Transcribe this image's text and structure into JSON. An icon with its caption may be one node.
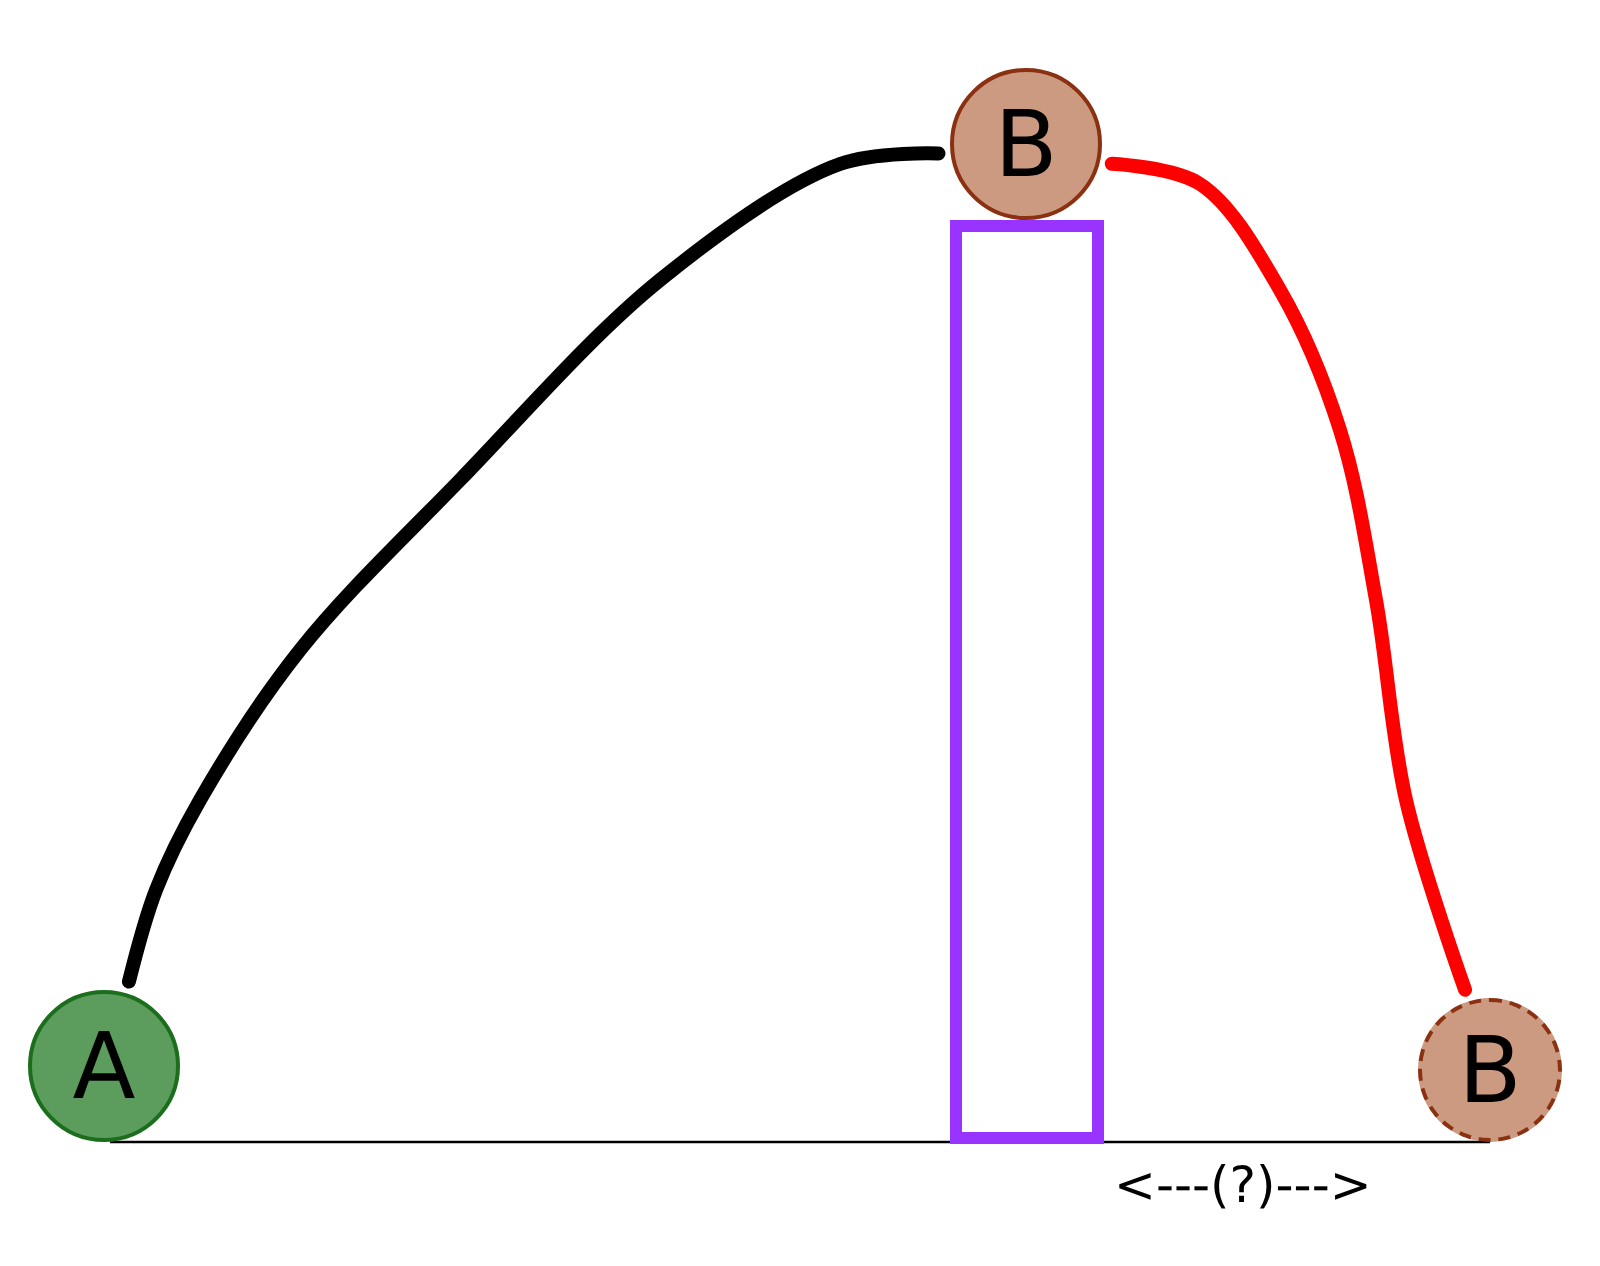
{
  "diagram": {
    "nodes": [
      {
        "text": [
          "A"
        ]
      },
      {
        "text": [
          "B"
        ]
      },
      {
        "text": [],
        "shape": "box"
      },
      {
        "text": [
          "B"
        ]
      }
    ],
    "edges": [
      {
        "from": 0,
        "to": 1,
        "arrow": "none"
      },
      {
        "from": 1,
        "to": 3,
        "arrow": "none",
        "color": "#ff0000"
      }
    ],
    "labels": [
      "<---(?)--->"
    ]
  }
}
